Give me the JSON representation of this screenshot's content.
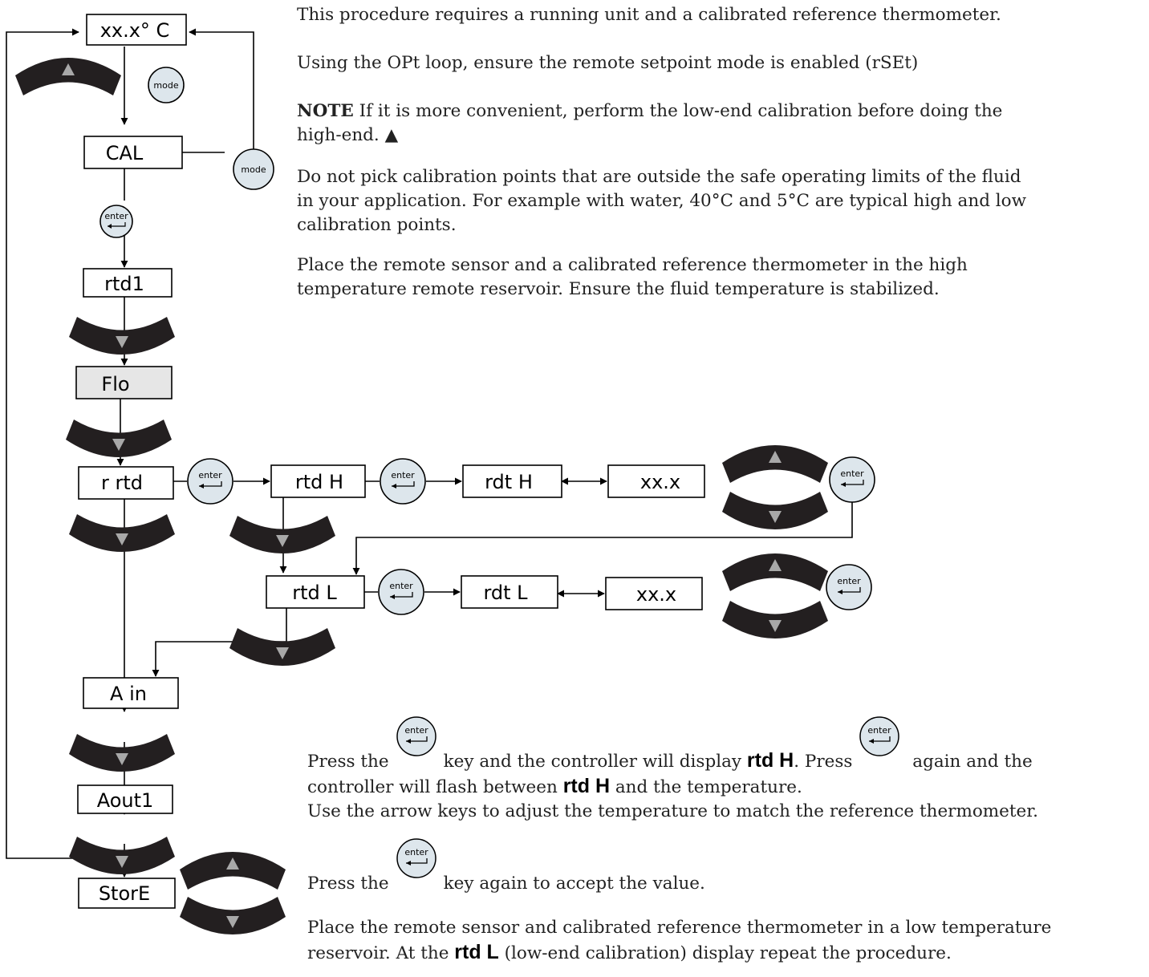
{
  "flowchart": {
    "boxes": {
      "temp": "xx.x°  C",
      "cal": "CAL",
      "rtd1": "rtd1",
      "flo": "Flo",
      "rrtd": "r rtd",
      "rtdh": "rtd H",
      "rdth": "rdt H",
      "valh": "xx.x",
      "rtdl": "rtd L",
      "rdtl": "rdt L",
      "vall": "xx.x",
      "ain": "A in",
      "aout1": "Aout1",
      "store": "StorE"
    },
    "keys": {
      "mode": "mode",
      "enter": "enter"
    },
    "colors": {
      "key_fill": "#dde6ec",
      "arrow_band": "#231f20",
      "triangle": "#a8a8a8",
      "flo_fill": "#e6e6e6"
    }
  },
  "text": {
    "p1": "This procedure requires a running unit and a calibrated reference thermometer.",
    "p2": "Using the OPt loop, ensure the remote setpoint mode is enabled (rSEt)",
    "note_label": "NOTE",
    "note_text": " If it is more convenient, perform the low-end calibration before doing the",
    "note_line2": "high-end. ▲",
    "p4_line1": "Do not pick calibration points that are outside the safe operating limits of  the fluid",
    "p4_line2": "in your application. For example with water, 40°C and 5°C are typical high and low",
    "p4_line3": "calibration points.",
    "p5_line1": "Place the remote sensor and a calibrated reference thermometer in the high",
    "p5_line2": "temperature remote reservoir. Ensure the fluid temperature is stabilized.",
    "press_the": "Press the",
    "key_and": "key and the controller will display ",
    "rtd_h": "rtd H",
    "press": ". Press",
    "again": " again and the",
    "line2a": "controller will flash between ",
    "line2b": " and the temperature.",
    "arrow_line": "Use the arrow keys to adjust the temperature to match the reference thermometer.",
    "press_the2": "Press the",
    "accept": "key  again to accept the value.",
    "last_line1": "Place the remote sensor and calibrated reference thermometer in a low temperature",
    "last_line2a": "reservoir. At the ",
    "rtd_l": "rtd L",
    "last_line2b": " (low-end calibration) display repeat the procedure."
  }
}
